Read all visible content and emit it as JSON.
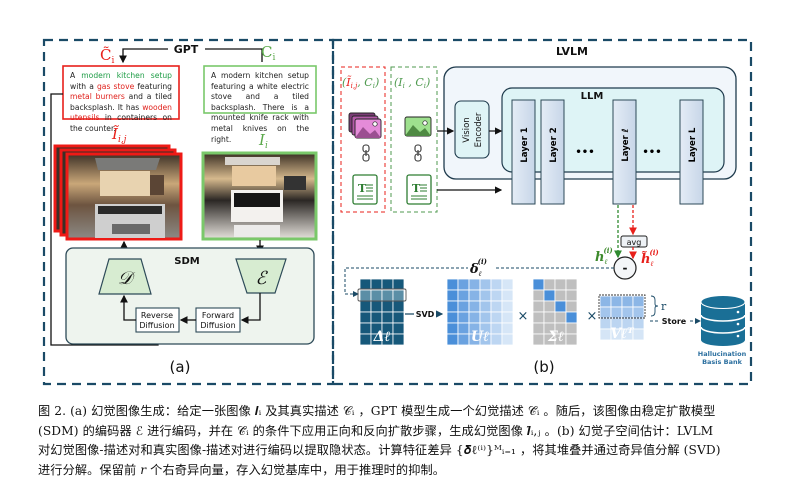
{
  "panel_a": {
    "label": "(a)",
    "gpt_label": "GPT",
    "c_tilde_label": "C̃",
    "c_tilde_sub": "i",
    "c_label": "C",
    "c_sub": "i",
    "hallucinated_caption": [
      {
        "text": "A ",
        "style": "plain"
      },
      {
        "text": "modern kitchen setup",
        "style": "green"
      },
      {
        "text": " with a ",
        "style": "plain"
      },
      {
        "text": "gas stove",
        "style": "red"
      },
      {
        "text": " featuring ",
        "style": "plain"
      },
      {
        "text": "metal burners",
        "style": "red"
      },
      {
        "text": " and a tiled backsplash. It has ",
        "style": "plain"
      },
      {
        "text": "wooden utensils",
        "style": "red"
      },
      {
        "text": " in containers on the counter.",
        "style": "plain"
      }
    ],
    "true_caption": "A modern kitchen setup featuring a white electric stove and a tiled backsplash. There is a mounted knife rack with metal knives on the right.",
    "hallucinated_image_label": "Ĩ",
    "hallucinated_image_sub": "i,j",
    "true_image_label": "I",
    "true_image_sub": "i",
    "sdm": {
      "title": "SDM",
      "decoder_symbol": "𝒟",
      "encoder_symbol": "ℰ",
      "reverse_diffusion": [
        "Reverse",
        "Diffusion"
      ],
      "forward_diffusion": [
        "Forward",
        "Diffusion"
      ]
    }
  },
  "panel_b": {
    "label": "(b)",
    "lvlm_title": "LVLM",
    "llm_title": "LLM",
    "vision_encoder": [
      "Vision",
      "Encoder"
    ],
    "pair_hallucinated": "(Ĩi,j , Ci)",
    "pair_true": "(Ii , Ci)",
    "layers": [
      "Layer 1",
      "Layer 2",
      "•••",
      "Layer ℓ",
      "•••",
      "Layer L"
    ],
    "avg_label": "avg",
    "minus_label": "-",
    "h_true": "h",
    "h_hall": "h̃",
    "h_sub": "ℓ",
    "h_sup": "(i)",
    "delta_label": "δ",
    "delta_sub": "ℓ",
    "delta_sup": "(i)",
    "svd_label": "SVD",
    "times": "×",
    "matrices": {
      "delta": "Δℓ",
      "u": "Uℓ",
      "sigma": "Σℓ",
      "v": "Vℓᵀ"
    },
    "r_label": "r",
    "store_label": "Store",
    "bank_label": [
      "Hallucination",
      "Basis Bank"
    ]
  },
  "caption": {
    "lines": [
      "图 2. (a) 幻觉图像生成：给定一张图像 𝑰ᵢ 及其真实描述 𝒞ᵢ ，GPT 模型生成一个幻觉描述 𝒞̃ᵢ 。随后，该图像由稳定扩散模型",
      "(SDM) 的编码器 ℰ 进行编码，并在 𝒞̃ᵢ 的条件下应用正向和反向扩散步骤，生成幻觉图像 𝑰̃ᵢ,ⱼ 。(b) 幻觉子空间估计：LVLM",
      "对幻觉图像-描述对和真实图像-描述对进行编码以提取隐状态。计算特征差异 {𝜹ℓ⁽ⁱ⁾}ᴹᵢ₌₁ ，将其堆叠并通过奇异值分解 (SVD)",
      "进行分解。保留前 𝑟 个右奇异向量，存入幻觉基库中，用于推理时的抑制。"
    ]
  },
  "colors": {
    "frame": "#1a4a66",
    "red": "#e8201b",
    "green": "#7ac86a",
    "dark_green": "#2f7d32",
    "sdm_bg": "#eef4ee",
    "lvlm_bg": "#f1f6fb",
    "llm_bg": "#def4f6",
    "delta_blue": "#16587a",
    "u_blue": "#4a8fd9",
    "bank": "#1a6f96"
  }
}
